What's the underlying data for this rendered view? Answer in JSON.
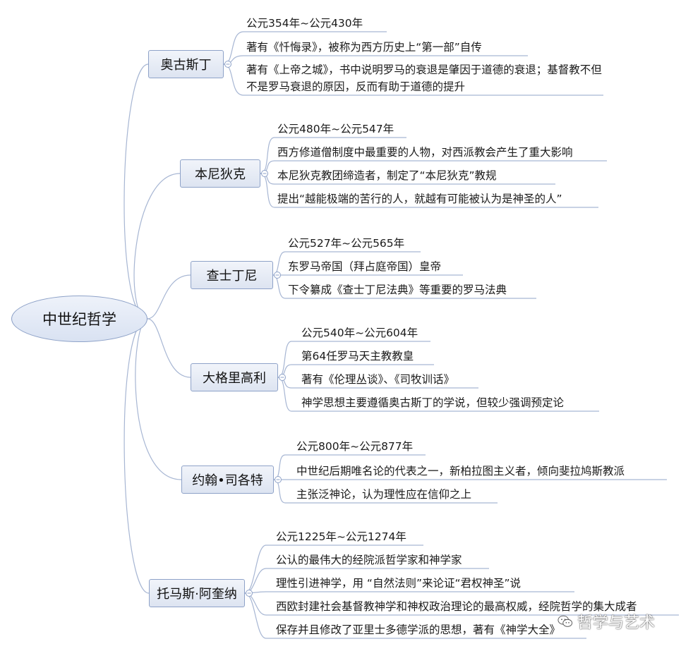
{
  "root": {
    "label": "中世纪哲学"
  },
  "branches": [
    {
      "label": "奥古斯丁",
      "details": [
        "公元354年~公元430年",
        "著有《忏悔录》，被称为西方历史上“第一部”自传",
        "著有《上帝之城》，书中说明罗马的衰退是肇因于道德的衰退；基督教不但不是罗马衰退的原因，反而有助于道德的提升"
      ]
    },
    {
      "label": "本尼狄克",
      "details": [
        "公元480年~公元547年",
        "西方修道僧制度中最重要的人物，对西派教会产生了重大影响",
        "本尼狄克教团缔造者，制定了“本尼狄克”教规",
        "提出“越能极端的苦行的人，就越有可能被认为是神圣的人”"
      ]
    },
    {
      "label": "查士丁尼",
      "details": [
        "公元527年~公元565年",
        "东罗马帝国（拜占庭帝国）皇帝",
        "下令纂成《查士丁尼法典》等重要的罗马法典"
      ]
    },
    {
      "label": "大格里高利",
      "details": [
        "公元540年~公元604年",
        "第64任罗马天主教教皇",
        "著有《伦理丛谈》、《司牧训话》",
        "神学思想主要遵循奥古斯丁的学说，但较少强调预定论"
      ]
    },
    {
      "label": "约翰•司各特",
      "details": [
        "公元800年~公元877年",
        "中世纪后期唯名论的代表之一，新柏拉图主义者，倾向斐拉鸠斯教派",
        "主张泛神论，认为理性应在信仰之上"
      ]
    },
    {
      "label": "托马斯·阿奎纳",
      "details": [
        "公元1225年~公元1274年",
        "公认的最伟大的经院派哲学家和神学家",
        "理性引进神学，用 “自然法则”来论证“君权神圣”说",
        "西欧封建社会基督教神学和神权政治理论的最高权威，经院哲学的集大成者",
        "保存并且修改了亚里士多德学派的思想，著有《神学大全》"
      ]
    }
  ],
  "watermark": {
    "icon": "wechat-icon",
    "text": "哲学与艺术"
  },
  "colors": {
    "line": "#a7b6d3",
    "node_border": "#8ea2c8",
    "node_fill": "#dde4f1"
  }
}
